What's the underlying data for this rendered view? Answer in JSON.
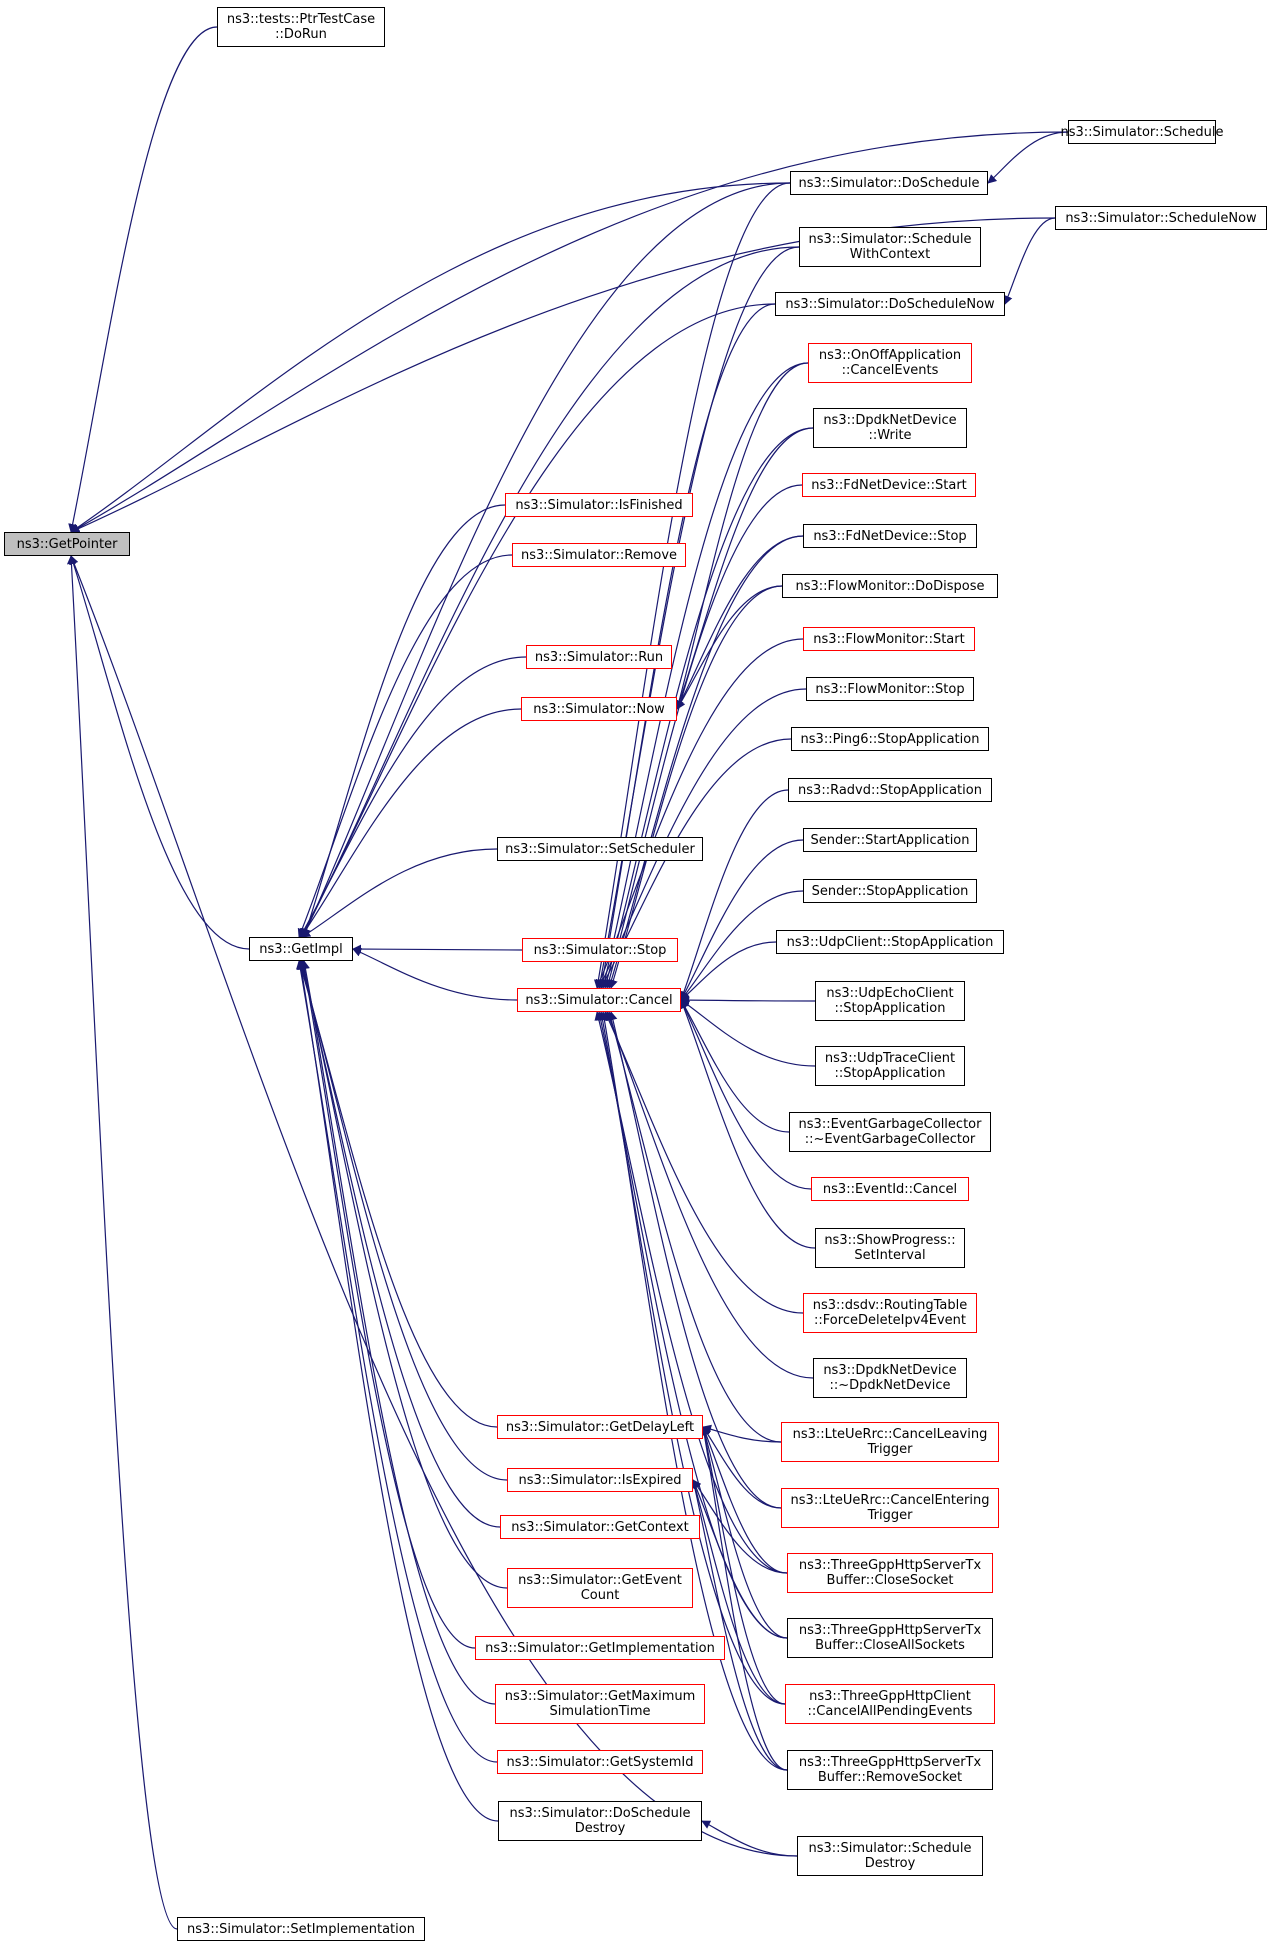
{
  "colors": {
    "edge": "#191970",
    "box_border": "#000000",
    "box_border_incomplete": "#ff0000",
    "root_fill": "#bfbfbf"
  },
  "nodes": [
    {
      "id": "getpointer",
      "lines": [
        "ns3::GetPointer"
      ],
      "style": "root"
    },
    {
      "id": "ptrtestcase",
      "lines": [
        "ns3::tests::PtrTestCase",
        "::DoRun"
      ],
      "style": "black"
    },
    {
      "id": "schedule",
      "lines": [
        "ns3::Simulator::Schedule"
      ],
      "style": "black"
    },
    {
      "id": "doschedule",
      "lines": [
        "ns3::Simulator::DoSchedule"
      ],
      "style": "black"
    },
    {
      "id": "schedulenow",
      "lines": [
        "ns3::Simulator::ScheduleNow"
      ],
      "style": "black"
    },
    {
      "id": "schedulewithcontext",
      "lines": [
        "ns3::Simulator::Schedule",
        "WithContext"
      ],
      "style": "black"
    },
    {
      "id": "doschedulenow",
      "lines": [
        "ns3::Simulator::DoScheduleNow"
      ],
      "style": "black"
    },
    {
      "id": "onoffcancel",
      "lines": [
        "ns3::OnOffApplication",
        "::CancelEvents"
      ],
      "style": "red"
    },
    {
      "id": "dpdkwrite",
      "lines": [
        "ns3::DpdkNetDevice",
        "::Write"
      ],
      "style": "black"
    },
    {
      "id": "fdstart",
      "lines": [
        "ns3::FdNetDevice::Start"
      ],
      "style": "red"
    },
    {
      "id": "isfinished",
      "lines": [
        "ns3::Simulator::IsFinished"
      ],
      "style": "red"
    },
    {
      "id": "fdstop",
      "lines": [
        "ns3::FdNetDevice::Stop"
      ],
      "style": "black"
    },
    {
      "id": "remove",
      "lines": [
        "ns3::Simulator::Remove"
      ],
      "style": "red"
    },
    {
      "id": "fmdispose",
      "lines": [
        "ns3::FlowMonitor::DoDispose"
      ],
      "style": "black"
    },
    {
      "id": "run",
      "lines": [
        "ns3::Simulator::Run"
      ],
      "style": "red"
    },
    {
      "id": "fmstart",
      "lines": [
        "ns3::FlowMonitor::Start"
      ],
      "style": "red"
    },
    {
      "id": "now",
      "lines": [
        "ns3::Simulator::Now"
      ],
      "style": "red"
    },
    {
      "id": "fmstop",
      "lines": [
        "ns3::FlowMonitor::Stop"
      ],
      "style": "black"
    },
    {
      "id": "ping6stop",
      "lines": [
        "ns3::Ping6::StopApplication"
      ],
      "style": "black"
    },
    {
      "id": "radvdstop",
      "lines": [
        "ns3::Radvd::StopApplication"
      ],
      "style": "black"
    },
    {
      "id": "setscheduler",
      "lines": [
        "ns3::Simulator::SetScheduler"
      ],
      "style": "black"
    },
    {
      "id": "senderstart",
      "lines": [
        "Sender::StartApplication"
      ],
      "style": "black"
    },
    {
      "id": "senderstop",
      "lines": [
        "Sender::StopApplication"
      ],
      "style": "black"
    },
    {
      "id": "getimpl",
      "lines": [
        "ns3::GetImpl"
      ],
      "style": "black"
    },
    {
      "id": "stop",
      "lines": [
        "ns3::Simulator::Stop"
      ],
      "style": "red"
    },
    {
      "id": "udpclientstop",
      "lines": [
        "ns3::UdpClient::StopApplication"
      ],
      "style": "black"
    },
    {
      "id": "cancel",
      "lines": [
        "ns3::Simulator::Cancel"
      ],
      "style": "red"
    },
    {
      "id": "udpechostop",
      "lines": [
        "ns3::UdpEchoClient",
        "::StopApplication"
      ],
      "style": "black"
    },
    {
      "id": "udptracestop",
      "lines": [
        "ns3::UdpTraceClient",
        "::StopApplication"
      ],
      "style": "black"
    },
    {
      "id": "egc",
      "lines": [
        "ns3::EventGarbageCollector",
        "::~EventGarbageCollector"
      ],
      "style": "black"
    },
    {
      "id": "eventidcancel",
      "lines": [
        "ns3::EventId::Cancel"
      ],
      "style": "red"
    },
    {
      "id": "showprogress",
      "lines": [
        "ns3::ShowProgress::",
        "SetInterval"
      ],
      "style": "black"
    },
    {
      "id": "dsdv",
      "lines": [
        "ns3::dsdv::RoutingTable",
        "::ForceDeleteIpv4Event"
      ],
      "style": "red"
    },
    {
      "id": "dpdkdtor",
      "lines": [
        "ns3::DpdkNetDevice",
        "::~DpdkNetDevice"
      ],
      "style": "black"
    },
    {
      "id": "getdelayleft",
      "lines": [
        "ns3::Simulator::GetDelayLeft"
      ],
      "style": "red"
    },
    {
      "id": "ltecancelleaving",
      "lines": [
        "ns3::LteUeRrc::CancelLeaving",
        "Trigger"
      ],
      "style": "red"
    },
    {
      "id": "isexpired",
      "lines": [
        "ns3::Simulator::IsExpired"
      ],
      "style": "red"
    },
    {
      "id": "ltecancelentering",
      "lines": [
        "ns3::LteUeRrc::CancelEntering",
        "Trigger"
      ],
      "style": "red"
    },
    {
      "id": "getcontext",
      "lines": [
        "ns3::Simulator::GetContext"
      ],
      "style": "red"
    },
    {
      "id": "getevent",
      "lines": [
        "ns3::Simulator::GetEvent",
        "Count"
      ],
      "style": "red"
    },
    {
      "id": "tgppclose",
      "lines": [
        "ns3::ThreeGppHttpServerTx",
        "Buffer::CloseSocket"
      ],
      "style": "red"
    },
    {
      "id": "getimplementation",
      "lines": [
        "ns3::Simulator::GetImplementation"
      ],
      "style": "red"
    },
    {
      "id": "tgppcloseall",
      "lines": [
        "ns3::ThreeGppHttpServerTx",
        "Buffer::CloseAllSockets"
      ],
      "style": "black"
    },
    {
      "id": "getmaximum",
      "lines": [
        "ns3::Simulator::GetMaximum",
        "SimulationTime"
      ],
      "style": "red"
    },
    {
      "id": "tgppcancelall",
      "lines": [
        "ns3::ThreeGppHttpClient",
        "::CancelAllPendingEvents"
      ],
      "style": "red"
    },
    {
      "id": "getsystemid",
      "lines": [
        "ns3::Simulator::GetSystemId"
      ],
      "style": "red"
    },
    {
      "id": "tgppremove",
      "lines": [
        "ns3::ThreeGppHttpServerTx",
        "Buffer::RemoveSocket"
      ],
      "style": "black"
    },
    {
      "id": "doscheduledestroy",
      "lines": [
        "ns3::Simulator::DoSchedule",
        "Destroy"
      ],
      "style": "black"
    },
    {
      "id": "scheduledestroy",
      "lines": [
        "ns3::Simulator::Schedule",
        "Destroy"
      ],
      "style": "black"
    },
    {
      "id": "setimplementation",
      "lines": [
        "ns3::Simulator::SetImplementation"
      ],
      "style": "black"
    }
  ]
}
